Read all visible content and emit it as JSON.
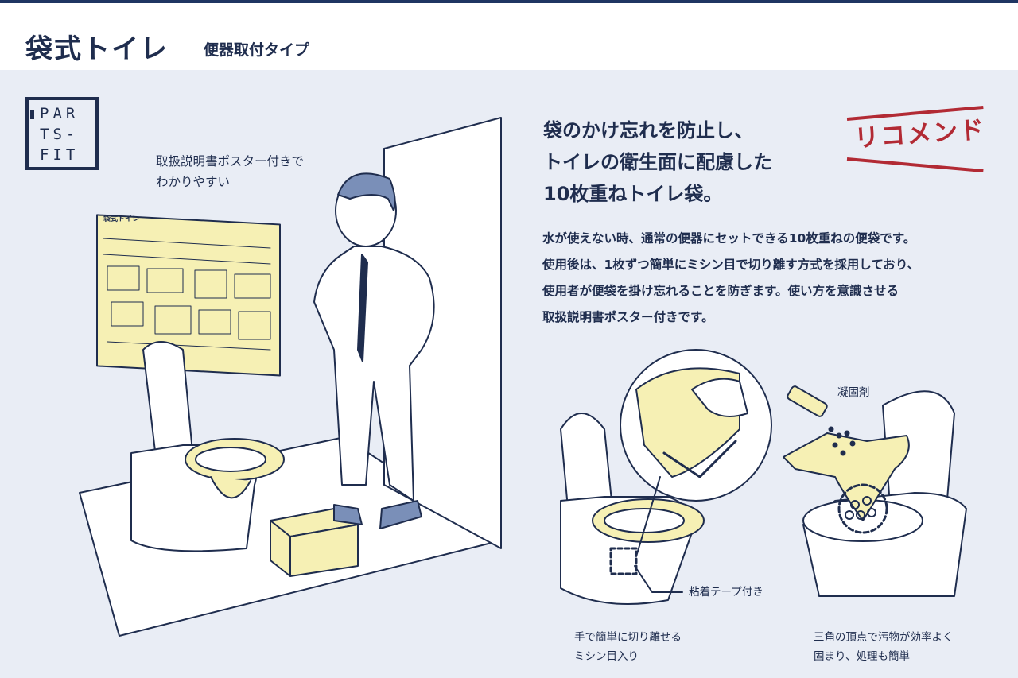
{
  "header": {
    "title": "袋式トイレ",
    "subtitle": "便器取付タイプ"
  },
  "logo": {
    "lines": [
      "PAR",
      "TS-",
      "FIT"
    ]
  },
  "poster_note": {
    "line1": "取扱説明書ポスター付きで",
    "line2": "わかりやすい"
  },
  "headline": {
    "line1": "袋のかけ忘れを防止し、",
    "line2": "トイレの衛生面に配慮した",
    "line3": "10枚重ねトイレ袋。"
  },
  "badge": {
    "text": "リコメンド"
  },
  "description": {
    "line1": "水が使えない時、通常の便器にセットできる10枚重ねの便袋です。",
    "line2": "使用後は、1枚ずつ簡単にミシン目で切り離す方式を採用しており、",
    "line3": "使用者が便袋を掛け忘れることを防ぎます。使い方を意識させる",
    "line4": "取扱説明書ポスター付きです。"
  },
  "callouts": {
    "coagulant": "凝固剤",
    "adhesive_tape": "粘着テープ付き"
  },
  "captions": {
    "left_line1": "手で簡単に切り離せる",
    "left_line2": "ミシン目入り",
    "right_line1": "三角の頂点で汚物が効率よく",
    "right_line2": "固まり、処理も簡単"
  },
  "poster": {
    "title": "袋式トイレ"
  },
  "colors": {
    "navy": "#1f2d4e",
    "background": "#e9edf5",
    "bag_yellow": "#f6f0b4",
    "accent_red": "#b22a34"
  }
}
